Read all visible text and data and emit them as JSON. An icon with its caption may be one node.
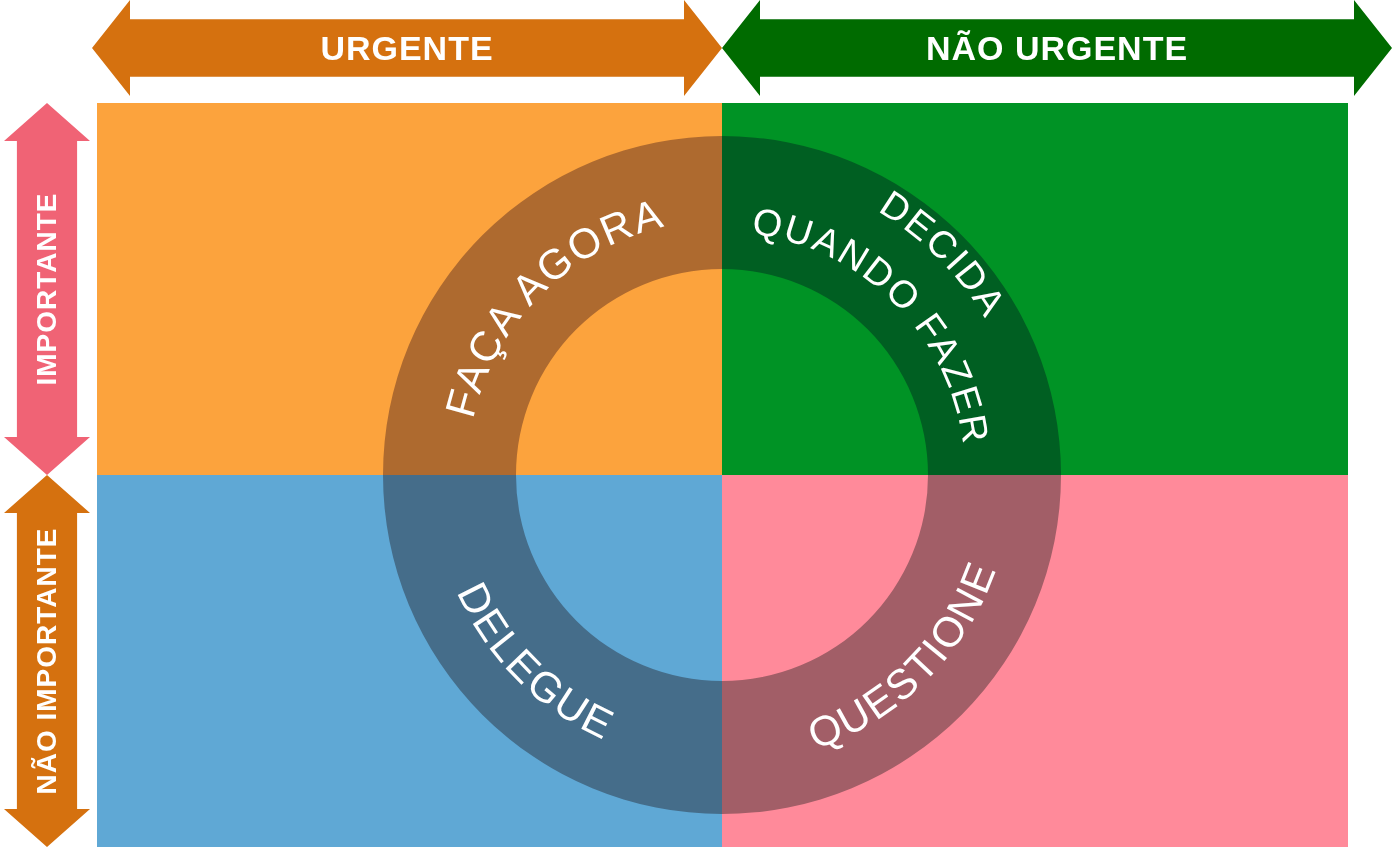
{
  "diagram": {
    "nodes": [
      {
        "text": [
          "URGENTE"
        ]
      },
      {
        "text": [
          "NÃO URGENTE"
        ]
      },
      {
        "text": [
          "IMPORTANTE"
        ]
      },
      {
        "text": [
          "NÃO IMPORTANTE"
        ]
      },
      {
        "text": [
          "FAÇA AGORA"
        ]
      },
      {
        "text": [
          "DECIDA QUANDO FAZER"
        ]
      },
      {
        "text": [
          "DELEGUE"
        ]
      },
      {
        "text": [
          "QUESTIONE"
        ]
      }
    ]
  }
}
